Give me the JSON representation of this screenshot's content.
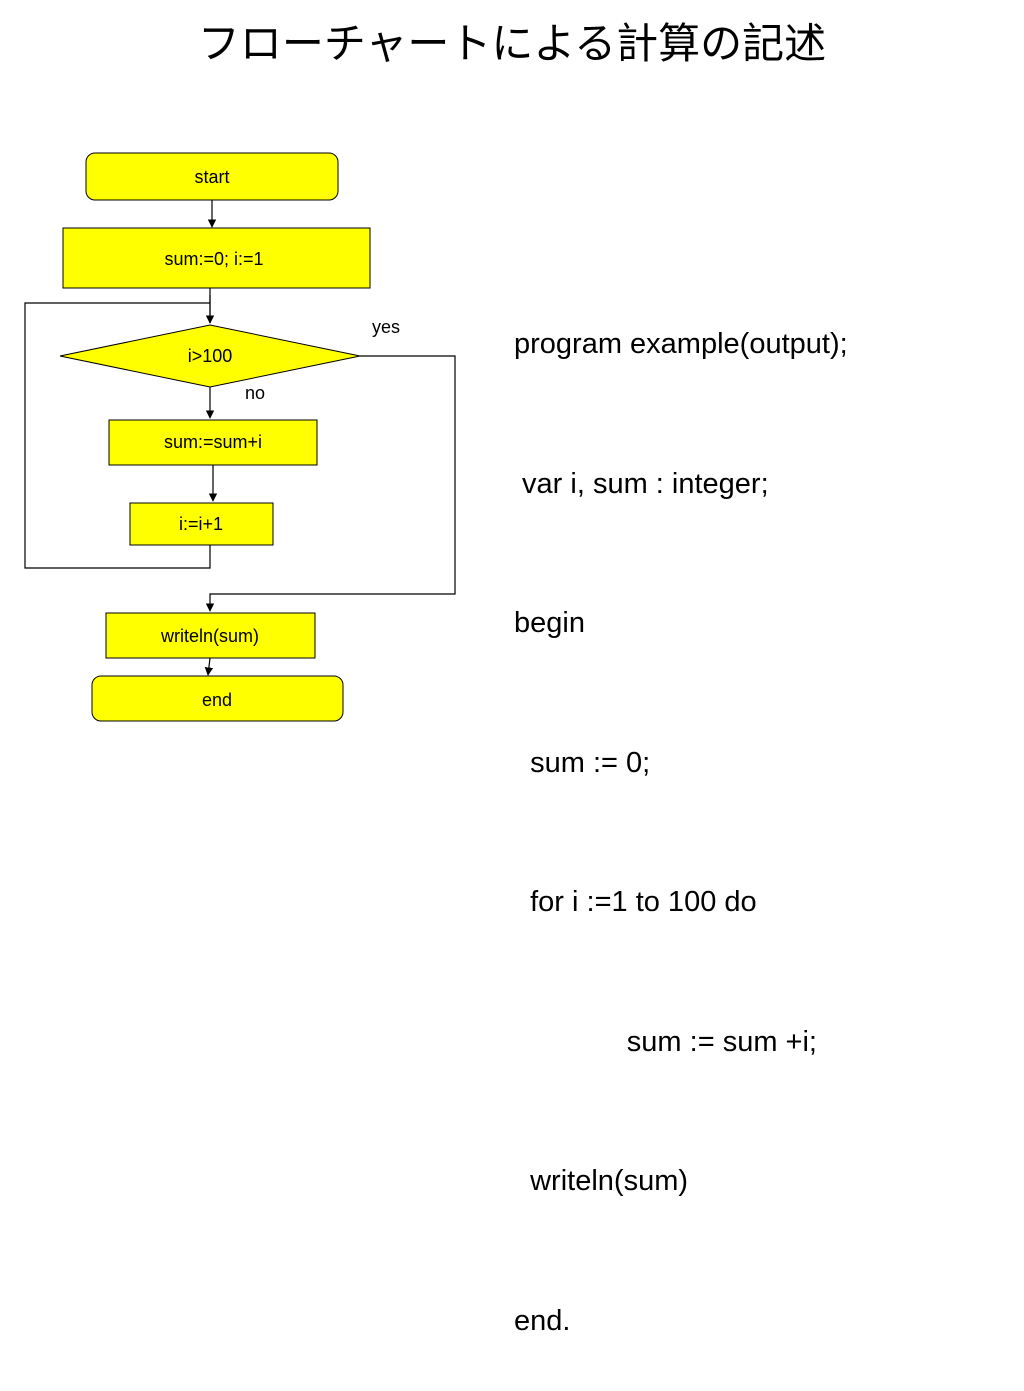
{
  "title": "フローチャートによる計算の記述",
  "flowchart": {
    "start": "start",
    "init": "sum:=0; i:=1",
    "decision": "i>100",
    "yes": "yes",
    "no": "no",
    "accumulate": "sum:=sum+i",
    "increment": "i:=i+1",
    "output": "writeln(sum)",
    "end": "end"
  },
  "program": [
    "program example(output);",
    " var i, sum : integer;",
    "begin",
    "  sum := 0;",
    "  for i :=1 to 100 do",
    "              sum := sum +i;",
    "  writeln(sum)",
    "end."
  ],
  "colors": {
    "node_fill": "#ffff00",
    "stroke": "#000000"
  }
}
